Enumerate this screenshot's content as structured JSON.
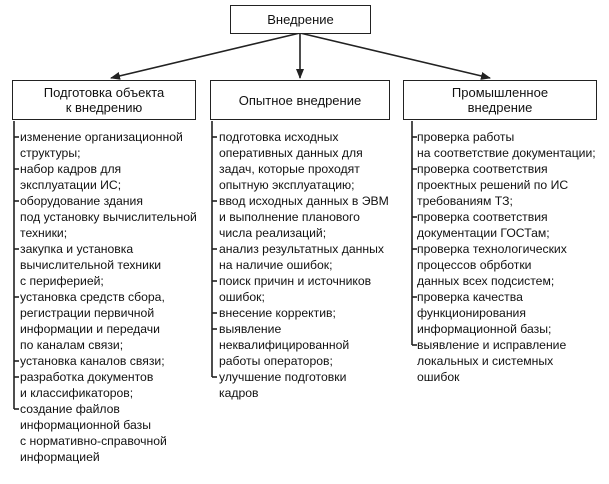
{
  "root": {
    "label": "Внедрение"
  },
  "branches": [
    {
      "title_lines": [
        "Подготовка объекта",
        "к внедрению"
      ],
      "items": [
        [
          "изменение организационной",
          "структуры;"
        ],
        [
          "набор кадров для",
          "эксплуатации ИС;"
        ],
        [
          "оборудование здания",
          "под установку вычислительной",
          "техники;"
        ],
        [
          "закупка и установка",
          "вычислительной техники",
          "с периферией;"
        ],
        [
          "установка средств сбора,",
          "регистрации первичной",
          "информации и передачи",
          "по каналам связи;"
        ],
        [
          "установка каналов связи;"
        ],
        [
          "разработка документов",
          "и классификаторов;"
        ],
        [
          "создание файлов",
          "информационной базы",
          "с нормативно-справочной",
          "информацией"
        ]
      ]
    },
    {
      "title_lines": [
        "Опытное внедрение"
      ],
      "items": [
        [
          "подготовка исходных",
          "оперативных данных для",
          "задач, которые проходят",
          "опытную эксплуатацию;"
        ],
        [
          "ввод исходных данных в ЭВМ",
          "и выполнение планового",
          "числа реализаций;"
        ],
        [
          "анализ результатных данных",
          "на наличие ошибок;"
        ],
        [
          "поиск причин и источников",
          "ошибок;"
        ],
        [
          "внесение корректив;"
        ],
        [
          "выявление",
          "неквалифицированной",
          "работы операторов;"
        ],
        [
          "улучшение подготовки",
          "кадров"
        ]
      ]
    },
    {
      "title_lines": [
        "Промышленное",
        "внедрение"
      ],
      "items": [
        [
          "проверка работы",
          "на соответствие документации;"
        ],
        [
          "проверка соответствия",
          "проектных решений по ИС",
          "требованиям ТЗ;"
        ],
        [
          "проверка соответствия",
          "документации ГОСТам;"
        ],
        [
          "проверка технологических",
          "процессов обрботки",
          "данных всех подсистем;"
        ],
        [
          "проверка качества",
          "функционирования",
          "информационной базы;"
        ],
        [
          "выявление и исправление",
          "локальных и системных",
          "ошибок"
        ]
      ]
    }
  ]
}
